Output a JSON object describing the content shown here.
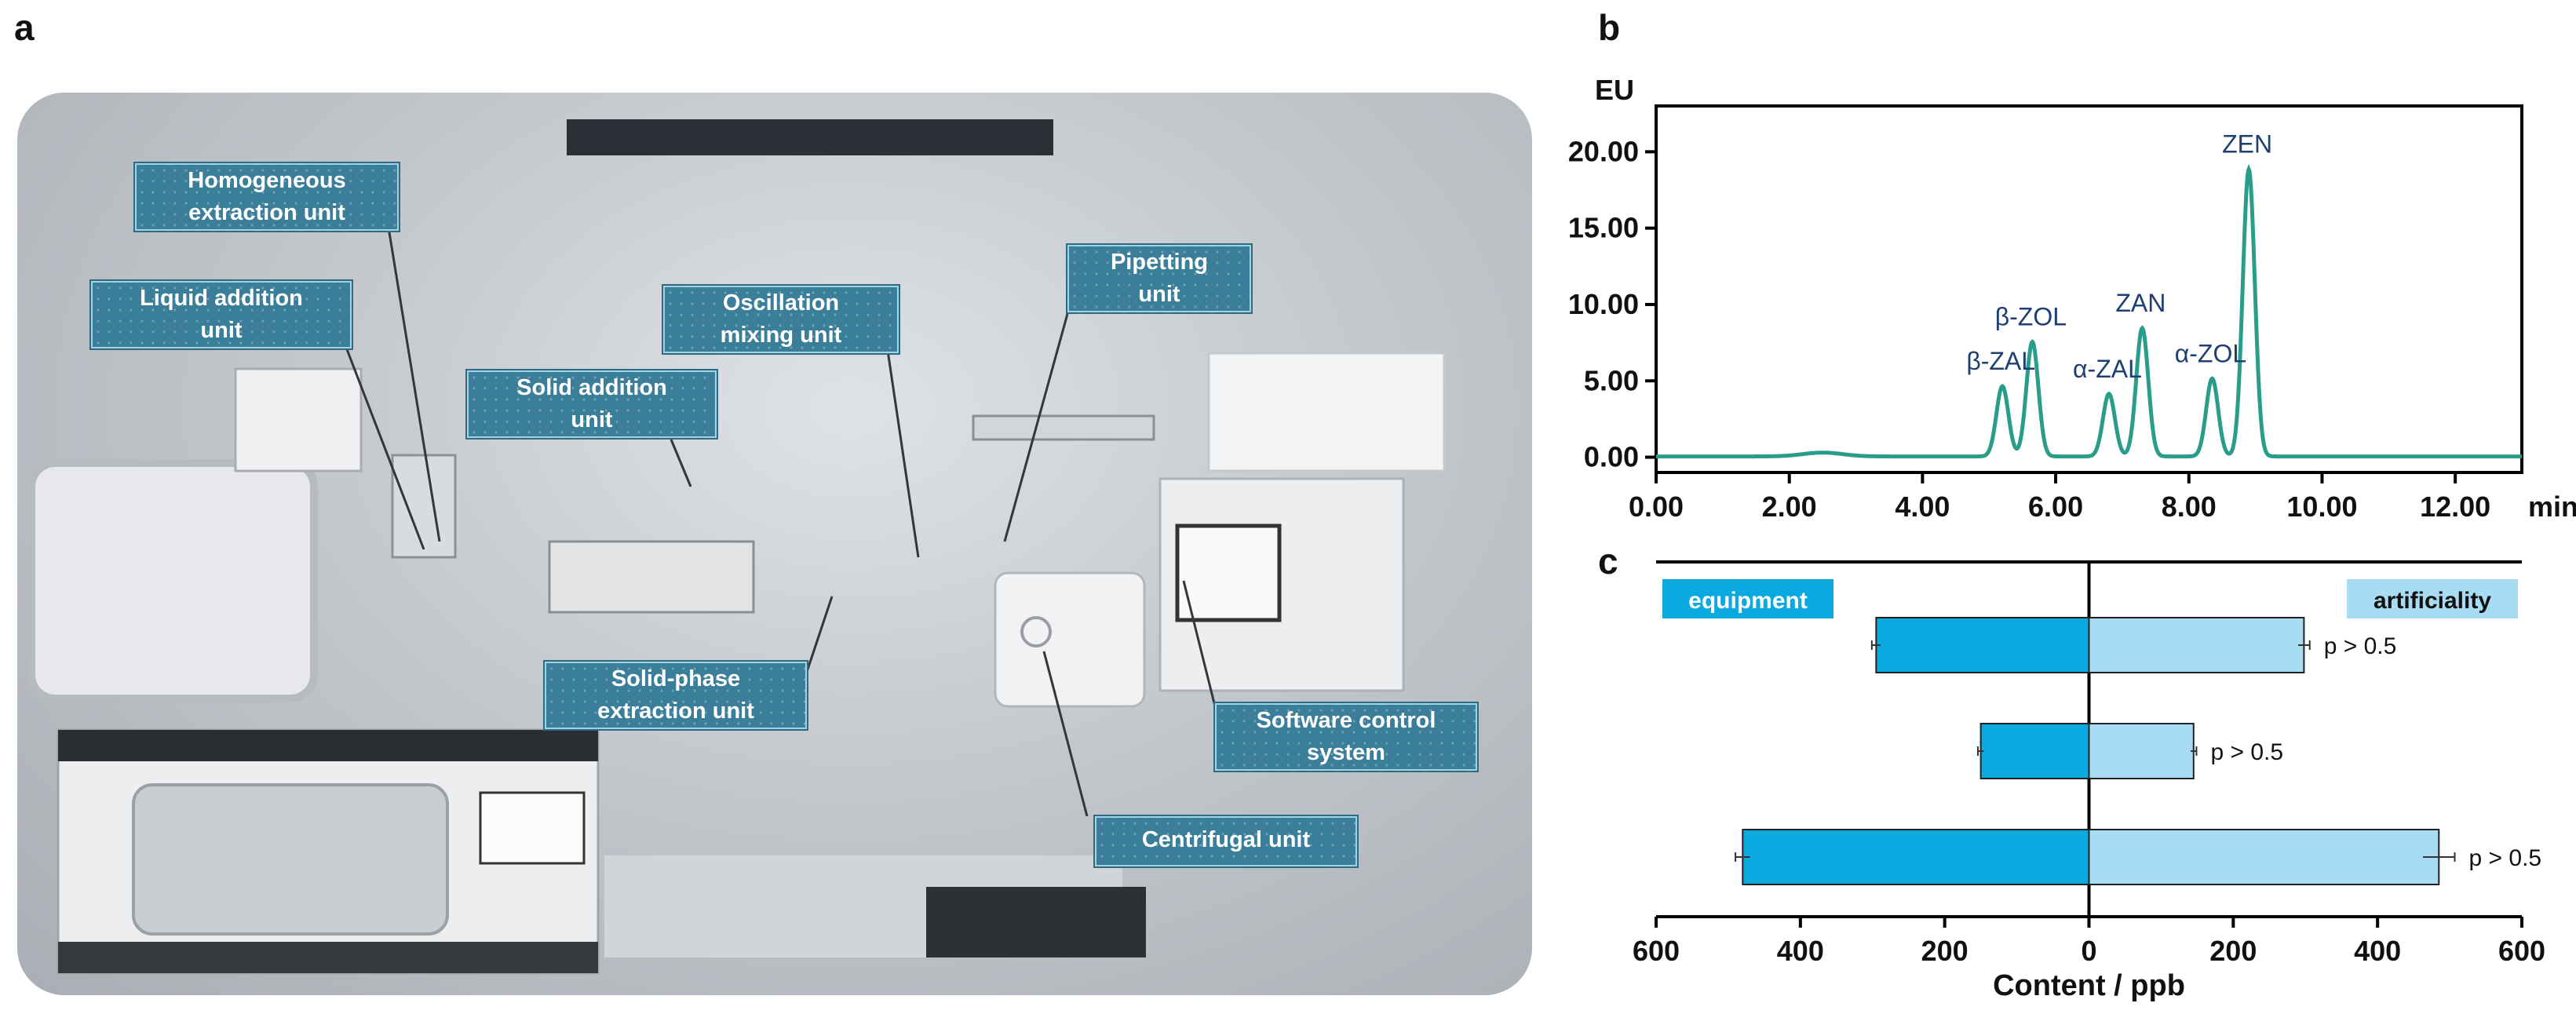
{
  "panels": {
    "a": "a",
    "b": "b",
    "c": "c"
  },
  "callouts": [
    [
      "Homogeneous",
      "extraction unit"
    ],
    [
      "Liquid addition",
      "unit"
    ],
    [
      "Oscillation",
      "mixing unit"
    ],
    [
      "Pipetting",
      "unit"
    ],
    [
      "Solid addition",
      "unit"
    ],
    [
      "Solid-phase",
      "extraction unit"
    ],
    [
      "Software control",
      "system"
    ],
    [
      "Centrifugal unit"
    ]
  ],
  "chart_data": [
    {
      "type": "line",
      "panel": "b",
      "ylabel": "EU",
      "xlabel": "min",
      "xlim": [
        0,
        13
      ],
      "ylim": [
        -1,
        23
      ],
      "xticks": [
        "0.00",
        "2.00",
        "4.00",
        "6.00",
        "8.00",
        "10.00",
        "12.00"
      ],
      "yticks": [
        "0.00",
        "5.00",
        "10.00",
        "15.00",
        "20.00"
      ],
      "line_color": "#2a9c8a",
      "peaks": [
        {
          "label": "β-ZAL",
          "x": 5.2,
          "y": 4.6
        },
        {
          "label": "β-ZOL",
          "x": 5.65,
          "y": 7.5
        },
        {
          "label": "α-ZAL",
          "x": 6.8,
          "y": 4.1
        },
        {
          "label": "ZAN",
          "x": 7.3,
          "y": 8.4
        },
        {
          "label": "α-ZOL",
          "x": 8.35,
          "y": 5.1
        },
        {
          "label": "ZEN",
          "x": 8.9,
          "y": 18.8
        }
      ],
      "baseline_bump": {
        "x": 2.5,
        "y": 0.25
      }
    },
    {
      "type": "bar",
      "panel": "c",
      "orientation": "horizontal",
      "xlabel": "Content / ppb",
      "xlim": [
        -600,
        600
      ],
      "xticks": [
        "600",
        "400",
        "200",
        "0",
        "200",
        "400",
        "600"
      ],
      "series": [
        {
          "name": "equipment",
          "color": "#0aa9df",
          "values": [
            295,
            150,
            480
          ],
          "errors": [
            6,
            4,
            10
          ]
        },
        {
          "name": "artificiality",
          "color": "#a8dcf3",
          "values": [
            298,
            145,
            485
          ],
          "errors": [
            8,
            4,
            22
          ]
        }
      ],
      "annotations": [
        "p > 0.5",
        "p > 0.5",
        "p > 0.5"
      ]
    }
  ]
}
